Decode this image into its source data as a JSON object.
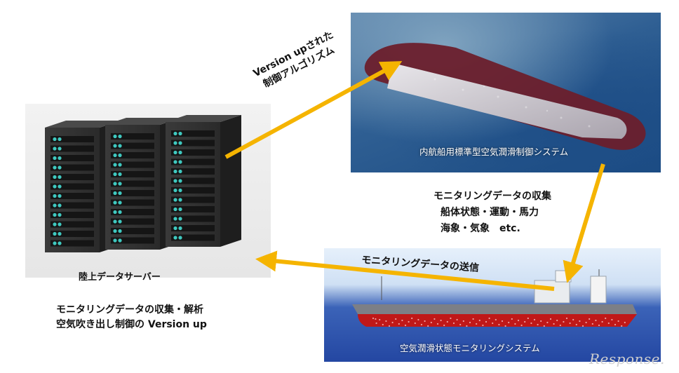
{
  "algorithm_label": {
    "line1": "Version upされた",
    "line2": "制御アルゴリズム"
  },
  "top_panel": {
    "caption": "内航船用標準型空気潤滑制御システム"
  },
  "monitoring_collection": {
    "line1": "モニタリングデータの収集",
    "line2": "船体状態・運動・馬力",
    "line3": "海象・気象　etc."
  },
  "transmission_label": "モニタリングデータの送信",
  "server": {
    "label": "陸上データサーバー"
  },
  "analysis": {
    "line1": "モニタリングデータの収集・解析",
    "line2": "空気吹き出し制御の Version up"
  },
  "bottom_panel": {
    "caption": "空気潤滑状態モニタリングシステム"
  },
  "watermark": "Response.",
  "colors": {
    "arrow": "#f5b400",
    "sea_top": "#2f5f93",
    "sea_bottom": "#2447a2",
    "server_body": "#2b2b2b",
    "server_led": "#3fc9c0"
  }
}
